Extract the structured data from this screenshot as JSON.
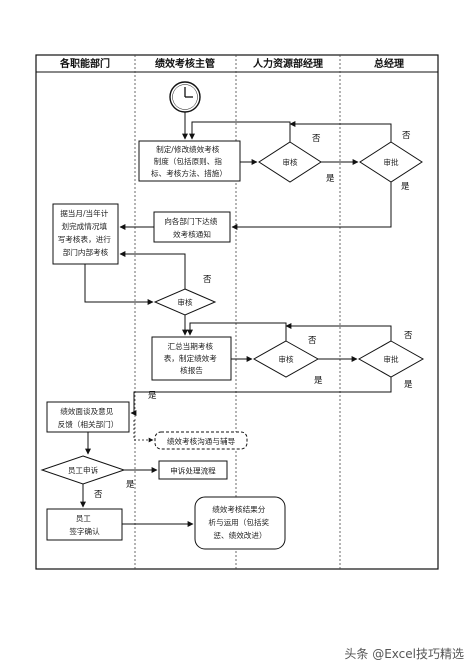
{
  "lanes": [
    "各职能部门",
    "绩效考核主管",
    "人力资源部经理",
    "总经理"
  ],
  "boxes": {
    "draft_plan": [
      "制定/修改绩效考核",
      "制度（包括原则、指",
      "标、考核方法、措施）"
    ],
    "dept_plan": [
      "据当月/当年计",
      "划完成情况填",
      "写考核表，进行",
      "部门内部考核"
    ],
    "issue_notice": [
      "向各部门下达绩",
      "效考核通知"
    ],
    "summary_report": [
      "汇总当期考核",
      "表，制定绩效考",
      "核报告"
    ],
    "interview": [
      "绩效面谈及意见",
      "反馈（相关部门）"
    ],
    "communication": [
      "绩效考核沟通与辅导"
    ],
    "appeal_process": [
      "申诉处理流程"
    ],
    "employee_sign": [
      "员工",
      "签字确认"
    ],
    "result_analysis": [
      "绩效考核结果分",
      "析与运用（包括奖",
      "惩、绩效改进）"
    ]
  },
  "decisions": {
    "hr_review_1": "审核",
    "gm_approve_1": "审批",
    "supervisor_review": "审核",
    "hr_review_2": "审核",
    "gm_approve_2": "审批",
    "employee_appeal": "员工申诉"
  },
  "labels": {
    "yes": "是",
    "no": "否"
  },
  "watermark": "头条 @Excel技巧精选"
}
